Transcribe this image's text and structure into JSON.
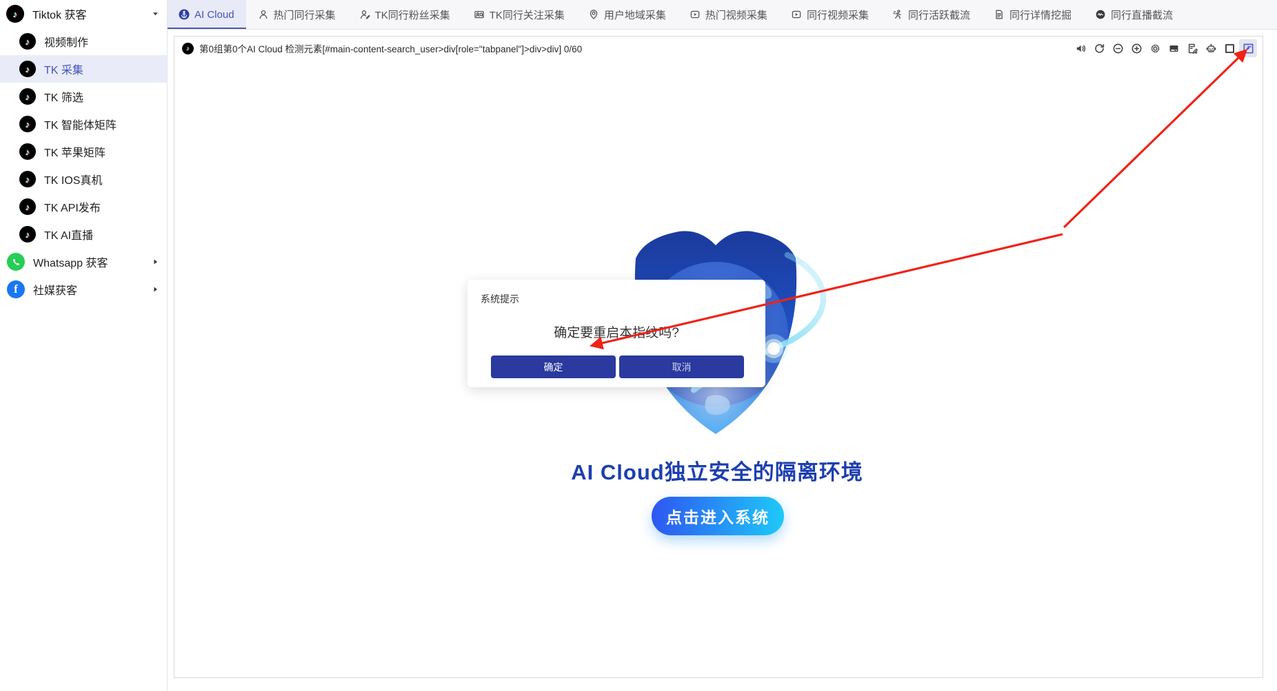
{
  "sidebar": {
    "items": [
      {
        "label": "Tiktok 获客",
        "icon": "tiktok",
        "kind": "header",
        "caret": "down",
        "selected": false
      },
      {
        "label": "视频制作",
        "icon": "tiktok",
        "kind": "child",
        "selected": false
      },
      {
        "label": "TK 采集",
        "icon": "tiktok",
        "kind": "child",
        "selected": true
      },
      {
        "label": "TK 筛选",
        "icon": "tiktok",
        "kind": "child",
        "selected": false
      },
      {
        "label": "TK 智能体矩阵",
        "icon": "tiktok",
        "kind": "child",
        "selected": false
      },
      {
        "label": "TK 苹果矩阵",
        "icon": "tiktok",
        "kind": "child",
        "selected": false
      },
      {
        "label": "TK IOS真机",
        "icon": "tiktok",
        "kind": "child",
        "selected": false
      },
      {
        "label": "TK API发布",
        "icon": "tiktok",
        "kind": "child",
        "selected": false
      },
      {
        "label": "TK AI直播",
        "icon": "tiktok",
        "kind": "child",
        "selected": false
      },
      {
        "label": "Whatsapp 获客",
        "icon": "whatsapp",
        "kind": "group",
        "caret": "right",
        "selected": false
      },
      {
        "label": "社媒获客",
        "icon": "facebook",
        "kind": "group",
        "caret": "right",
        "selected": false
      }
    ]
  },
  "tabbar": {
    "tabs": [
      {
        "label": "AI Cloud",
        "icon": "anchor-badge",
        "active": true
      },
      {
        "label": "热门同行采集",
        "icon": "user",
        "active": false
      },
      {
        "label": "TK同行粉丝采集",
        "icon": "user-edit",
        "active": false
      },
      {
        "label": "TK同行关注采集",
        "icon": "user-card",
        "active": false
      },
      {
        "label": "用户地域采集",
        "icon": "location-user",
        "active": false
      },
      {
        "label": "热门视频采集",
        "icon": "video-play",
        "active": false
      },
      {
        "label": "同行视频采集",
        "icon": "video-play",
        "active": false
      },
      {
        "label": "同行活跃截流",
        "icon": "runner",
        "active": false
      },
      {
        "label": "同行详情挖掘",
        "icon": "document",
        "active": false
      },
      {
        "label": "同行直播截流",
        "icon": "live-capture",
        "active": false
      }
    ]
  },
  "toolbar": {
    "status": "第0组第0个AI Cloud 检测元素[#main-content-search_user>div[role=\"tabpanel\"]>div>div] 0/60",
    "icons": [
      {
        "name": "volume-icon",
        "active": false
      },
      {
        "name": "refresh-icon",
        "active": false
      },
      {
        "name": "zoom-out-icon",
        "active": false
      },
      {
        "name": "zoom-in-icon",
        "active": false
      },
      {
        "name": "settings-icon",
        "active": false
      },
      {
        "name": "banner-icon",
        "active": false
      },
      {
        "name": "edit-doc-icon",
        "active": false
      },
      {
        "name": "robot-icon",
        "active": false
      },
      {
        "name": "maximize-icon",
        "active": false
      },
      {
        "name": "exit-iframe-icon",
        "active": true
      }
    ]
  },
  "dialog": {
    "title": "系统提示",
    "message": "确定要重启本指纹吗?",
    "confirm_label": "确定",
    "cancel_label": "取消"
  },
  "hero": {
    "heading": "AI Cloud独立安全的隔离环境",
    "enter_button": "点击进入系统"
  },
  "colors": {
    "accent": "#4253b5",
    "active_tab_bg": "#e9eaf7",
    "selected_row_bg": "#e9ecf8",
    "dialog_button": "#2a3a9e",
    "heading_blue": "#1d3fae",
    "enter_gradient_start": "#2e57f2",
    "enter_gradient_end": "#1ec9f8",
    "shield_top": "#1b3a9c",
    "shield_bottom": "#2f9ef3",
    "orbit_cyan": "#7fdcf5",
    "arrow_red": "#ef2318",
    "whatsapp_green": "#27cd55",
    "facebook_blue": "#1877f2"
  }
}
